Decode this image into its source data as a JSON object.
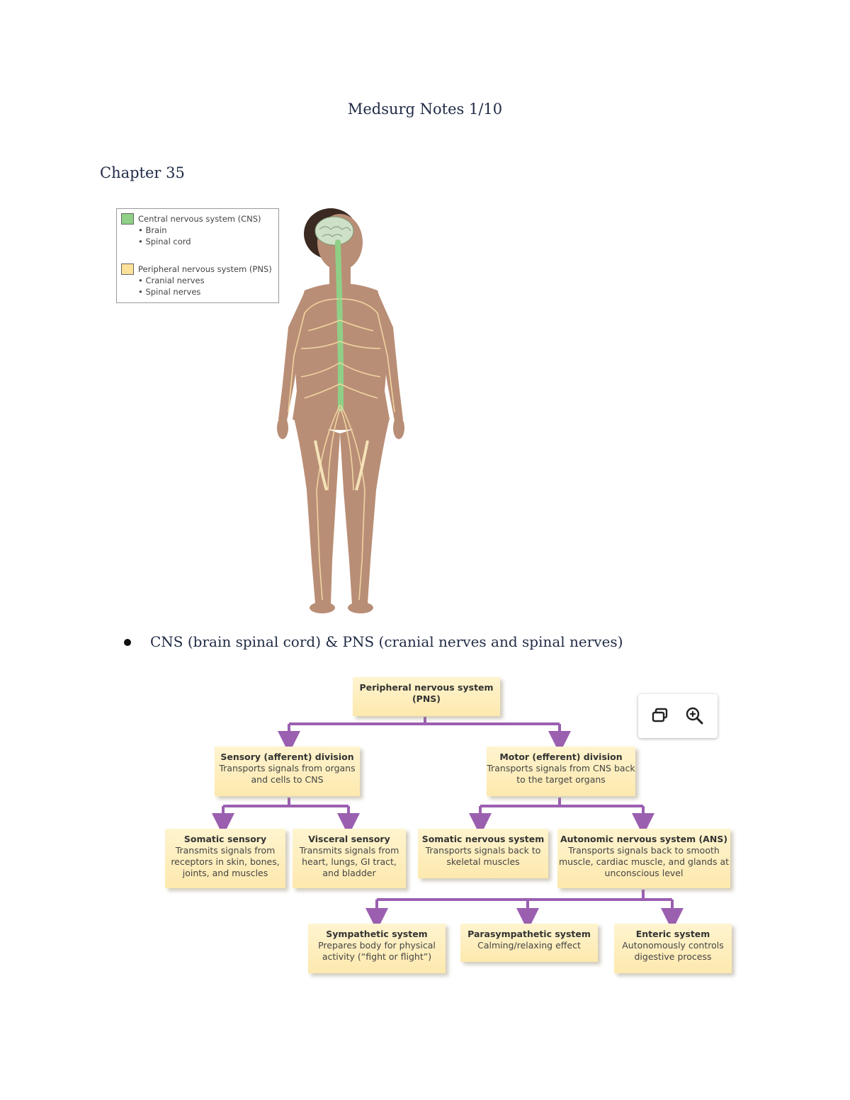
{
  "document": {
    "title": "Medsurg Notes 1/10",
    "chapter": "Chapter 35"
  },
  "legend": {
    "cns": {
      "title": "Central nervous system (CNS)",
      "items": [
        "• Brain",
        "• Spinal cord"
      ],
      "color": "#8fcf86"
    },
    "pns": {
      "title": "Peripheral nervous system (PNS)",
      "items": [
        "• Cranial nerves",
        "• Spinal nerves"
      ],
      "color": "#fbe19a"
    }
  },
  "figure": {
    "skin_color": "#b98e76",
    "nerve_color": "#f3d9a4",
    "cns_color": "#8fcf86"
  },
  "bullet": {
    "text": "CNS (brain spinal cord) & PNS (cranial nerves and spinal nerves)"
  },
  "flowchart": {
    "root": {
      "title": "Peripheral nervous system",
      "desc": "(PNS)"
    },
    "sensory": {
      "title": "Sensory (afferent) division",
      "desc": "Transports signals from organs and cells to CNS"
    },
    "motor": {
      "title": "Motor (efferent) division",
      "desc": "Transports signals from CNS back to the target organs"
    },
    "somatic_sensory": {
      "title": "Somatic sensory",
      "desc": "Transmits signals from receptors in skin, bones, joints, and muscles"
    },
    "visceral_sensory": {
      "title": "Visceral sensory",
      "desc": "Transmits signals from heart, lungs, GI tract, and bladder"
    },
    "somatic_nervous": {
      "title": "Somatic nervous system",
      "desc": "Transports signals back to skeletal muscles"
    },
    "autonomic": {
      "title": "Autonomic nervous system (ANS)",
      "desc": "Transports signals back to smooth muscle, cardiac muscle, and glands at unconscious level"
    },
    "sympathetic": {
      "title": "Sympathetic system",
      "desc": "Prepares body for physical activity (“fight or flight”)"
    },
    "parasympathetic": {
      "title": "Parasympathetic system",
      "desc": "Calming/relaxing effect"
    },
    "enteric": {
      "title": "Enteric system",
      "desc": "Autonomously controls digestive process"
    },
    "arrow_color": "#9b5fb0"
  },
  "viewer": {
    "icons": [
      "copy-icon",
      "zoom-in-icon"
    ]
  }
}
